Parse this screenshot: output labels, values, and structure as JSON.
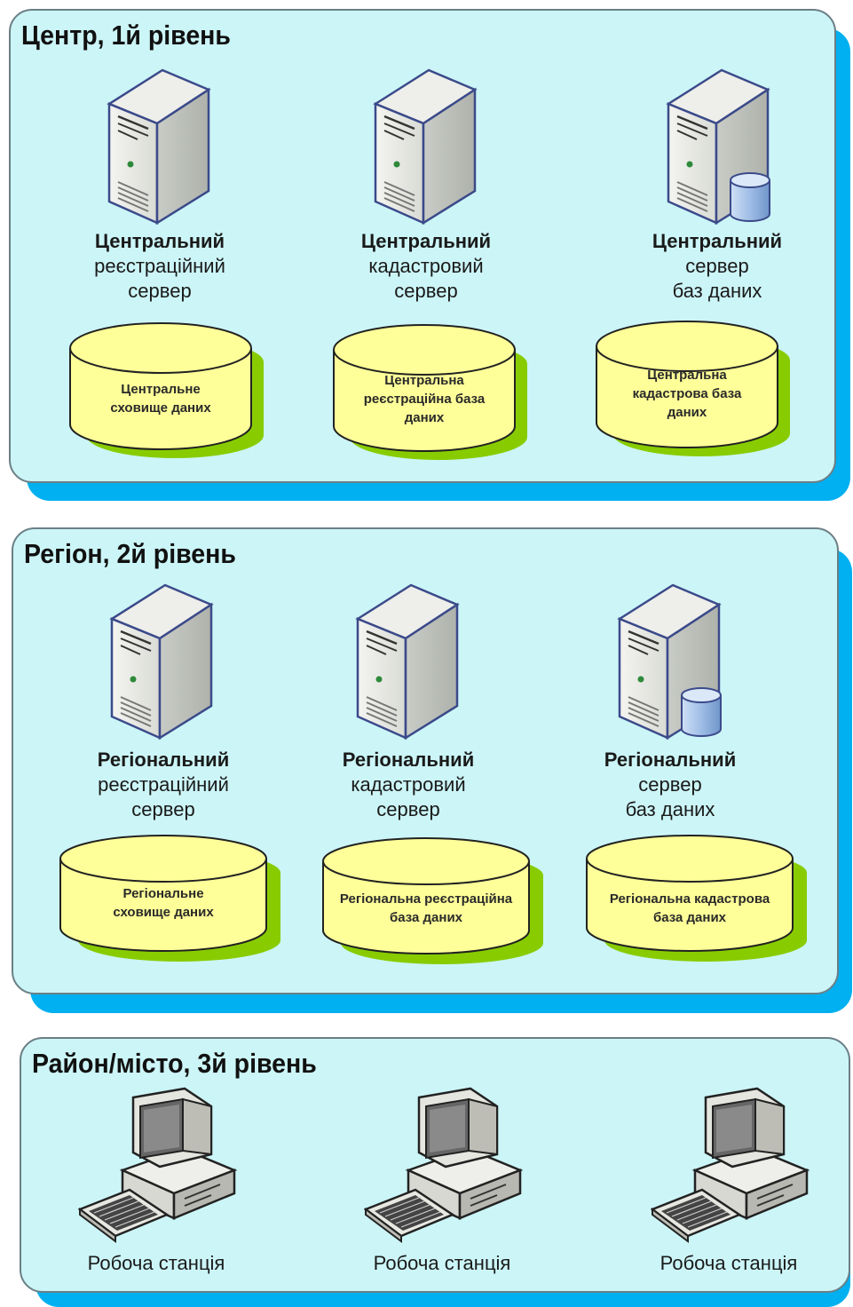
{
  "levels": [
    {
      "title": "Центр, 1й рівень",
      "servers": [
        {
          "l1": "Центральний",
          "l2": "реєстраційний",
          "l3": "сервер",
          "db_icon": false
        },
        {
          "l1": "Центральний",
          "l2": "кадастровий",
          "l3": "сервер",
          "db_icon": false
        },
        {
          "l1": "Центральний",
          "l2": "сервер",
          "l3": "баз даних",
          "db_icon": true
        }
      ],
      "databases": [
        {
          "lines": [
            "Центральне",
            "сховище даних"
          ]
        },
        {
          "lines": [
            "Центральна",
            "реєстраційна база",
            "даних"
          ]
        },
        {
          "lines": [
            "Центральна",
            "кадастрова база",
            "даних"
          ]
        }
      ]
    },
    {
      "title": "Регіон, 2й рівень",
      "servers": [
        {
          "l1": "Регіональний",
          "l2": "реєстраційний",
          "l3": "сервер",
          "db_icon": false
        },
        {
          "l1": "Регіональний",
          "l2": "кадастровий",
          "l3": "сервер",
          "db_icon": false
        },
        {
          "l1": "Регіональний",
          "l2": "сервер",
          "l3": "баз даних",
          "db_icon": true
        }
      ],
      "databases": [
        {
          "lines": [
            "Регіональне",
            "сховище даних"
          ]
        },
        {
          "lines": [
            "Регіональна реєстраційна",
            "база даних"
          ]
        },
        {
          "lines": [
            "Регіональна кадастрова",
            "база даних"
          ]
        }
      ]
    },
    {
      "title": "Район/місто, 3й рівень",
      "workstations": [
        {
          "label": "Робоча станція"
        },
        {
          "label": "Робоча станція"
        },
        {
          "label": "Робоча станція"
        }
      ]
    }
  ],
  "colors": {
    "panel_fill": "#ccf5f7",
    "panel_shadow": "#00b0f0",
    "panel_border": "#6b7f86",
    "cylinder_fill": "#ffff99",
    "cylinder_shadow": "#88cc00"
  }
}
